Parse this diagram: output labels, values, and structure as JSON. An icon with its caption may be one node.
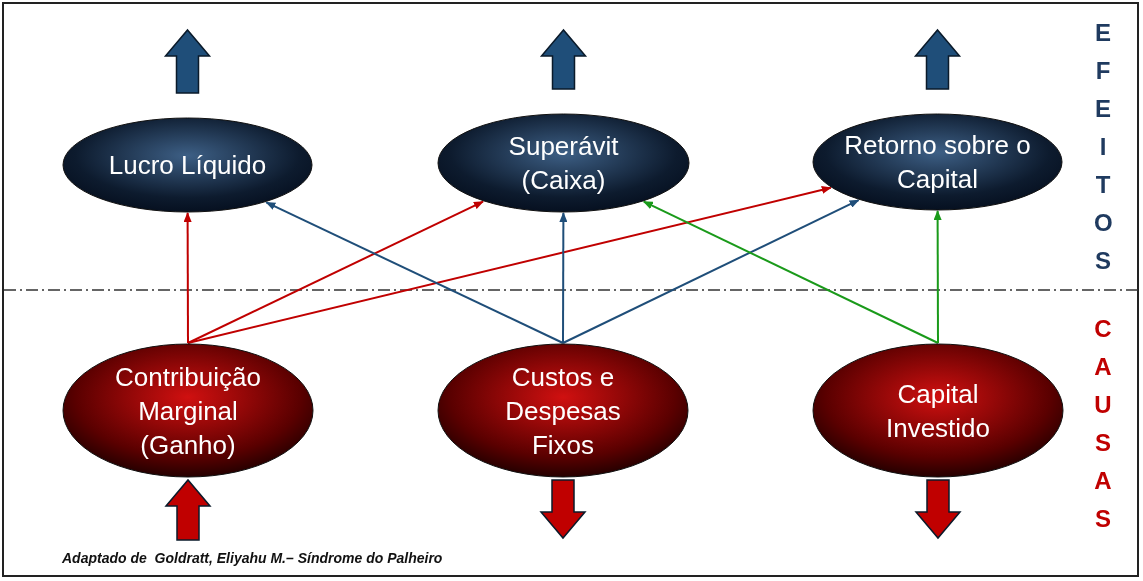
{
  "diagram": {
    "caption": "Adaptado de  Goldratt, Eliyahu M.– Síndrome do Palheiro",
    "nodes": [
      {
        "text": [
          "Lucro Líquido"
        ]
      },
      {
        "text": [
          "Superávit (Caixa)"
        ]
      },
      {
        "text": [
          "Retorno sobre o Capital"
        ]
      },
      {
        "text": [
          "Contribuição Marginal (Ganho)"
        ]
      },
      {
        "text": [
          "Custos e Despesas Fixos"
        ]
      },
      {
        "text": [
          "Capital Investido"
        ]
      }
    ],
    "edges": [
      {
        "from": 3,
        "to": 0,
        "arrow": "to",
        "color": "#c00000"
      },
      {
        "from": 3,
        "to": 1,
        "arrow": "to",
        "color": "#c00000"
      },
      {
        "from": 3,
        "to": 2,
        "arrow": "to",
        "color": "#c00000"
      },
      {
        "from": 4,
        "to": 0,
        "arrow": "to",
        "color": "#1f4e79"
      },
      {
        "from": 4,
        "to": 1,
        "arrow": "to",
        "color": "#1f4e79"
      },
      {
        "from": 4,
        "to": 2,
        "arrow": "to",
        "color": "#1f4e79"
      },
      {
        "from": 5,
        "to": 1,
        "arrow": "to",
        "color": "#1a9a1a"
      },
      {
        "from": 5,
        "to": 2,
        "arrow": "to",
        "color": "#1a9a1a"
      },
      {
        "from": 0,
        "to": null,
        "arrow": "to",
        "style": "thick",
        "color": "#1f4e79"
      },
      {
        "from": 1,
        "to": null,
        "arrow": "to",
        "style": "thick",
        "color": "#1f4e79"
      },
      {
        "from": 2,
        "to": null,
        "arrow": "to",
        "style": "thick",
        "color": "#1f4e79"
      },
      {
        "from": null,
        "to": 3,
        "arrow": "to",
        "style": "thick",
        "color": "#c00000"
      },
      {
        "from": 4,
        "to": null,
        "arrow": "to",
        "style": "thick",
        "color": "#c00000"
      },
      {
        "from": 5,
        "to": null,
        "arrow": "to",
        "style": "thick",
        "color": "#c00000"
      }
    ],
    "labels": [
      "EFEITOS",
      "CAUSAS"
    ]
  }
}
